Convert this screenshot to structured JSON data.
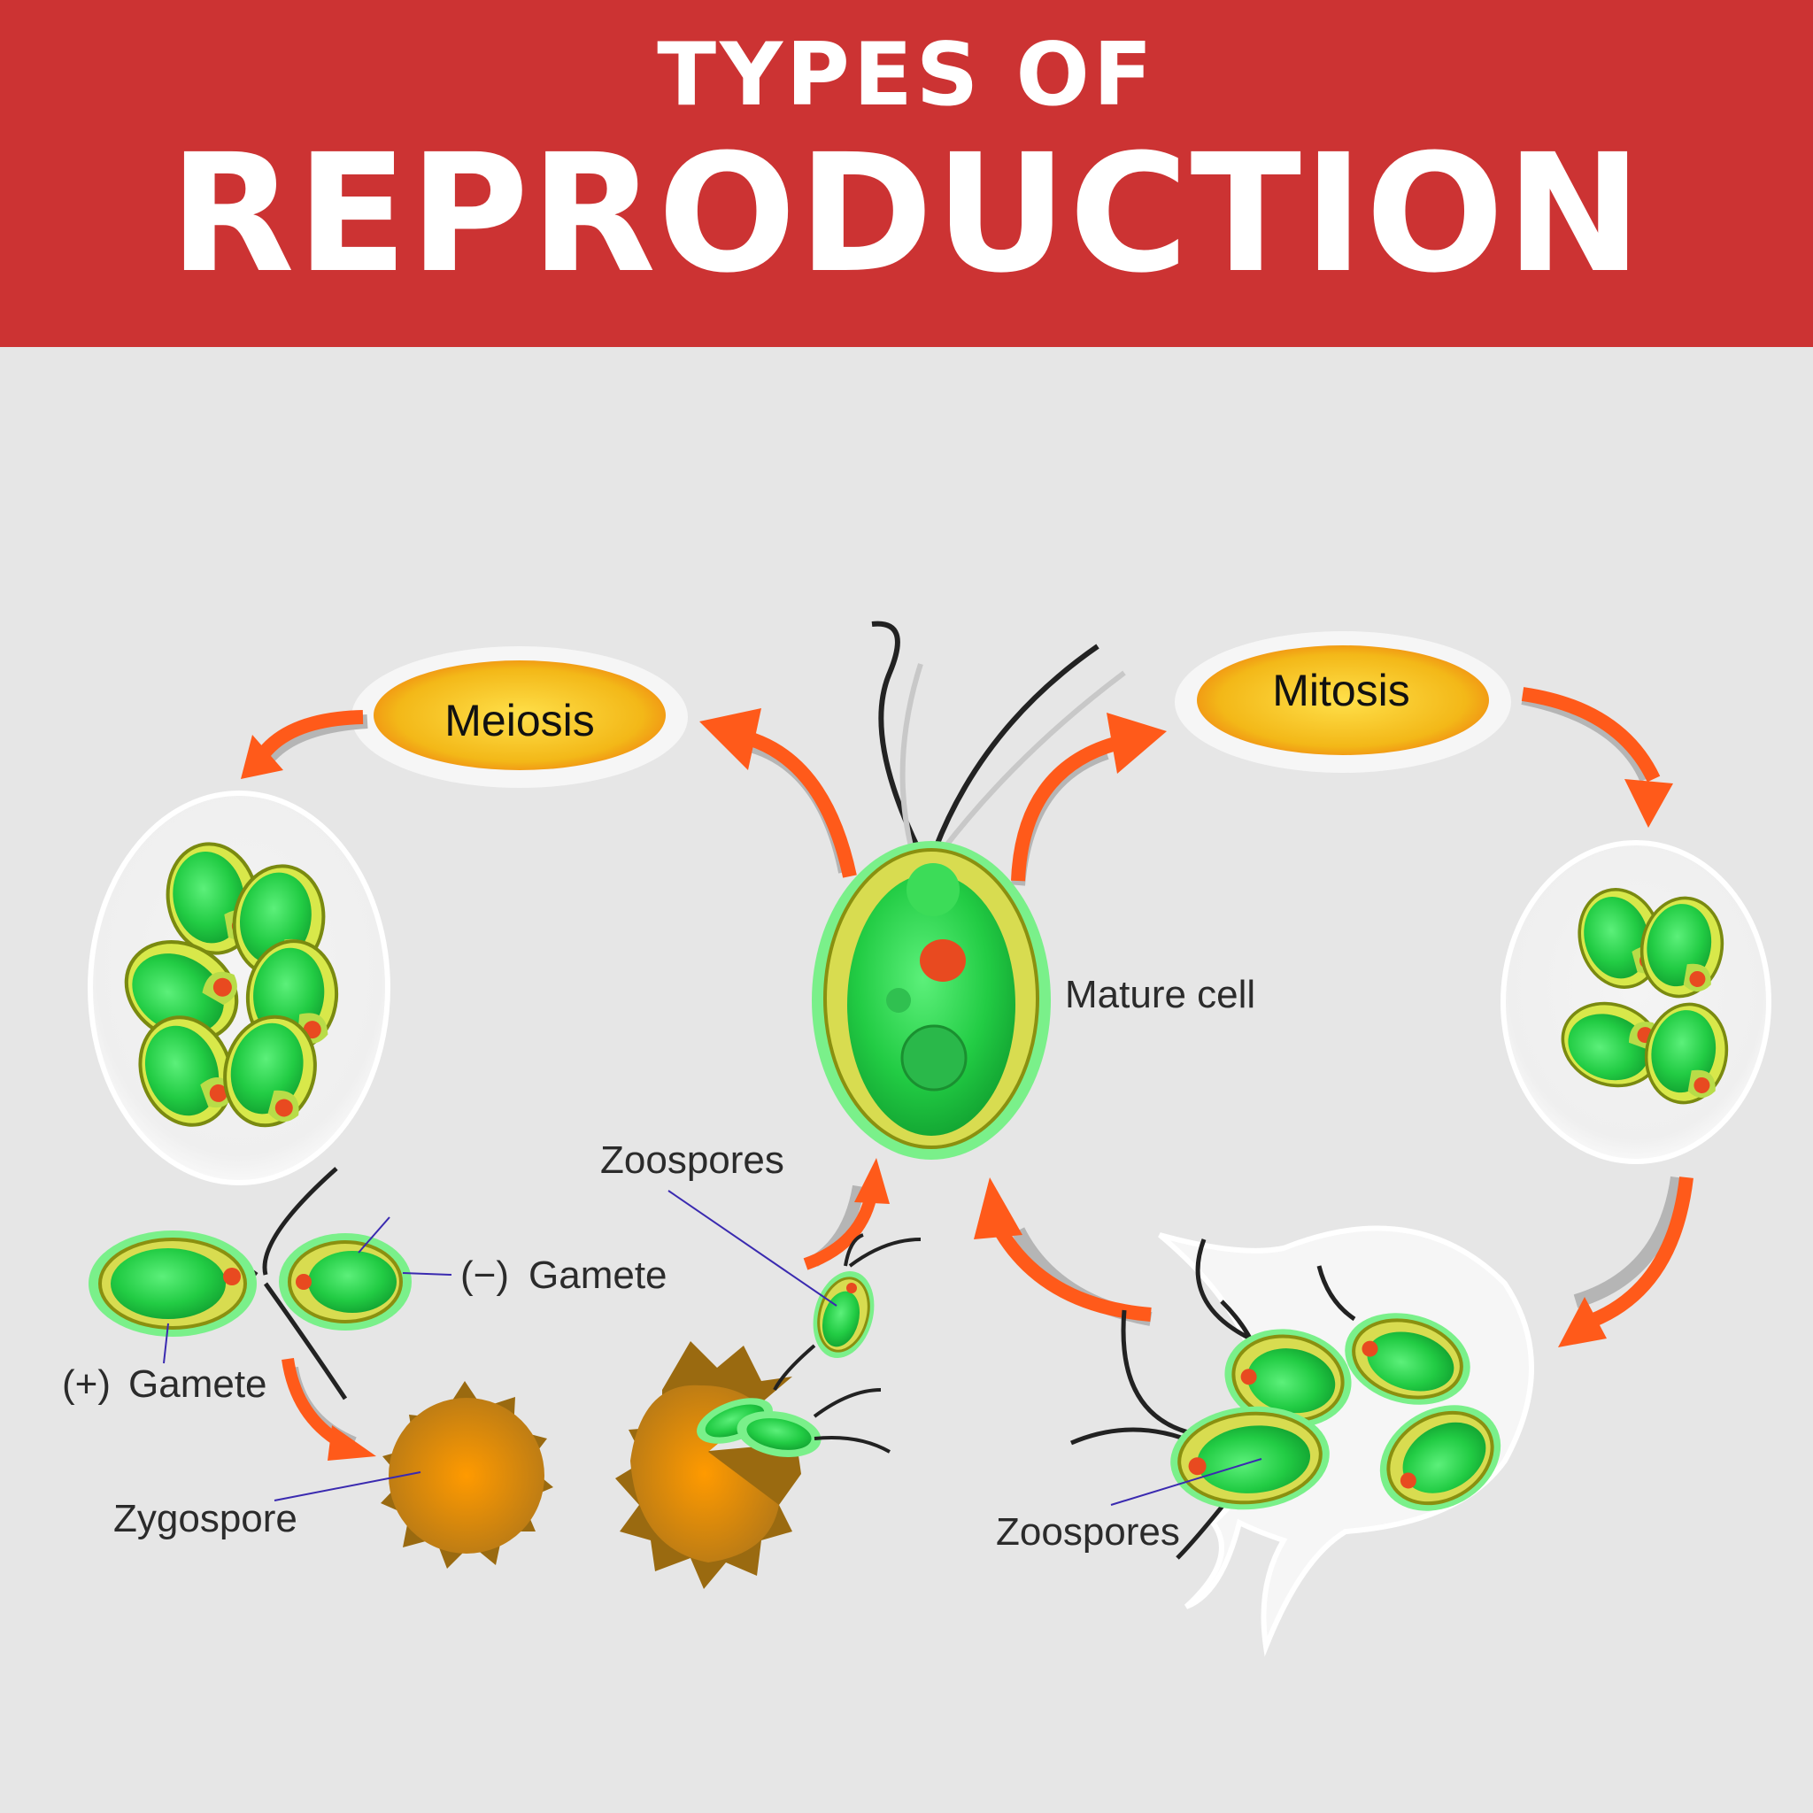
{
  "header": {
    "line1": "TYPES OF",
    "line2": "REPRODUCTION"
  },
  "processes": {
    "meiosis": "Meiosis",
    "mitosis": "Mitosis"
  },
  "labels": {
    "mature_cell": "Mature cell",
    "zoospores_top": "Zoospores",
    "minus_sign": "(−)",
    "minus_gamete": "Gamete",
    "plus_sign": "(+)",
    "plus_gamete": "Gamete",
    "zygospore": "Zygospore",
    "zoospores_bottom": "Zoospores"
  },
  "colors": {
    "banner": "#cc3333",
    "background": "#e6e6e6",
    "cell_green": "#22cc44",
    "arrow_orange": "#ff5a1a",
    "pill_yellow": "#f3c21a",
    "zygospore_brown": "#c8860f"
  }
}
